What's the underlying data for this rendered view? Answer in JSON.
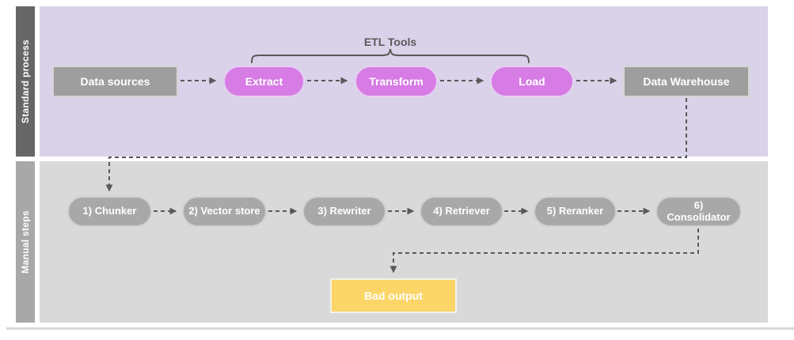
{
  "lanes": [
    {
      "label": "Standard process"
    },
    {
      "label": "Manual steps"
    }
  ],
  "bracket": {
    "label": "ETL Tools"
  },
  "standard_nodes": [
    {
      "label": "Data sources",
      "shape": "rect"
    },
    {
      "label": "Extract",
      "shape": "pill"
    },
    {
      "label": "Transform",
      "shape": "pill"
    },
    {
      "label": "Load",
      "shape": "pill"
    },
    {
      "label": "Data Warehouse",
      "shape": "rect"
    }
  ],
  "manual_nodes": [
    {
      "label": "1) Chunker"
    },
    {
      "label": "2) Vector store"
    },
    {
      "label": "3) Rewriter"
    },
    {
      "label": "4) Retriever"
    },
    {
      "label": "5) Reranker"
    },
    {
      "label": "6) Consolidator"
    }
  ],
  "output_node": {
    "label": "Bad output"
  },
  "colors": {
    "standard_lane_bg": "#d9d2e9",
    "standard_lane_bar": "#666666",
    "manual_lane_bg": "#d9d9d9",
    "manual_lane_bar": "#a8a8a8",
    "etl_pill_fill": "#d67ce4",
    "gray_rect_fill": "#9e9e9e",
    "manual_pill_fill": "#a8a8a8",
    "bad_output_fill": "#fbd567",
    "connector_stroke": "#595959",
    "node_text": "#ffffff"
  }
}
